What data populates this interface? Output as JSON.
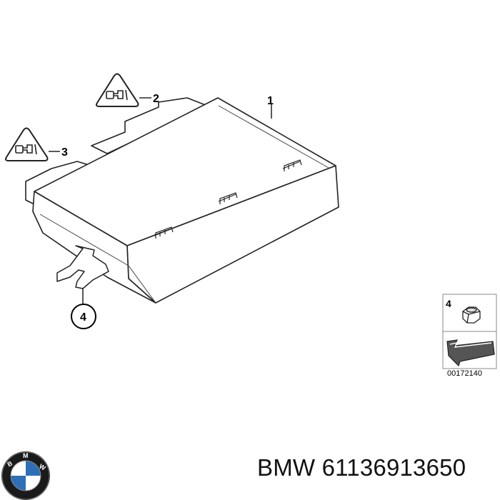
{
  "diagram": {
    "callouts": {
      "main_unit": "1",
      "symbol_upper": "2",
      "symbol_lower": "3",
      "fastener": "4"
    },
    "legend": {
      "item_number": "4",
      "drawing_code": "00172140"
    }
  },
  "caption": {
    "brand": "BMW",
    "part_number": "61136913650"
  },
  "logo": {
    "lettering": "BMW",
    "colors": {
      "blue": "#2f6fb8",
      "white": "#ffffff",
      "ring": "#1a1a1a"
    }
  }
}
